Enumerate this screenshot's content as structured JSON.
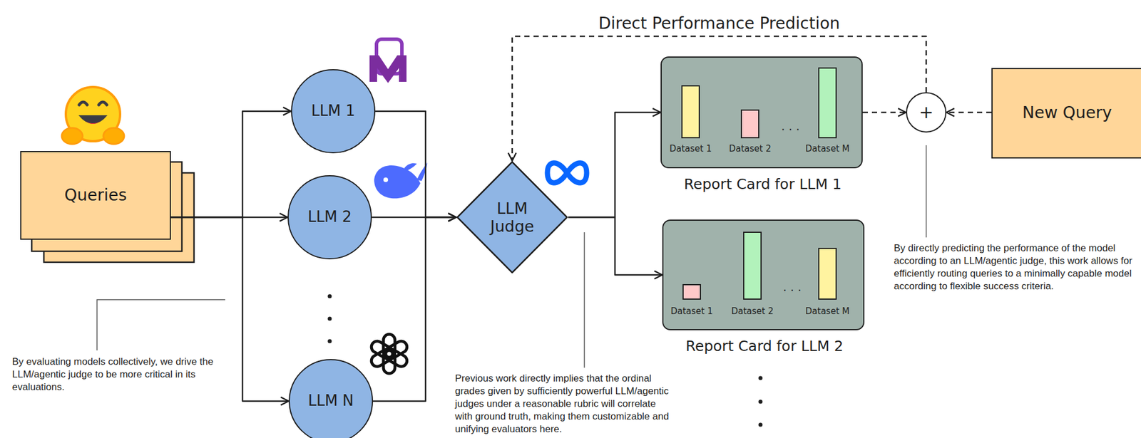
{
  "diagram": {
    "nodes": [
      {
        "text": [
          "Queries"
        ]
      },
      {
        "text": [
          "LLM 1"
        ]
      },
      {
        "text": [
          "LLM 2"
        ]
      },
      {
        "text": [
          "LLM N"
        ]
      },
      {
        "text": [
          "LLM Judge"
        ]
      },
      {
        "text": [
          "Dataset 1",
          "Dataset 2",
          ". . .",
          "Dataset M",
          "Report Card for LLM 1"
        ]
      },
      {
        "text": [
          "Dataset 1",
          "Dataset 2",
          ". . .",
          "Dataset M",
          "Report Card for LLM 2"
        ]
      },
      {
        "text": [
          "+"
        ]
      },
      {
        "text": [
          "New Query"
        ]
      }
    ],
    "edges": [
      {
        "from": 0,
        "to": 1,
        "arrow": "to"
      },
      {
        "from": 0,
        "to": 2,
        "arrow": "to"
      },
      {
        "from": 0,
        "to": 3,
        "arrow": "to"
      },
      {
        "from": 1,
        "to": 4,
        "arrow": "to"
      },
      {
        "from": 2,
        "to": 4,
        "arrow": "to"
      },
      {
        "from": 3,
        "to": 4,
        "arrow": "to"
      },
      {
        "from": 4,
        "to": 5,
        "arrow": "to"
      },
      {
        "from": 4,
        "to": 6,
        "arrow": "to"
      },
      {
        "from": 5,
        "to": 7,
        "arrow": "to"
      },
      {
        "from": 8,
        "to": 7,
        "arrow": "to"
      },
      {
        "from": 7,
        "to": 4,
        "arrow": "to",
        "label": "Direct Performance Prediction"
      }
    ],
    "labels": [
      "By evaluating models collectively, we drive the LLM/agentic judge to be more critical in its evaluations.",
      "Previous work directly implies that the ordinal grades given by sufficiently powerful LLM/agentic judges under a reasonable rubric will correlate with ground truth, making them customizable and unifying evaluators here.",
      "By directly predicting the performance of the model according to an LLM/agentic judge, this work allows for efficiently routing queries to a minimally capable model according to flexible success criteria."
    ]
  }
}
